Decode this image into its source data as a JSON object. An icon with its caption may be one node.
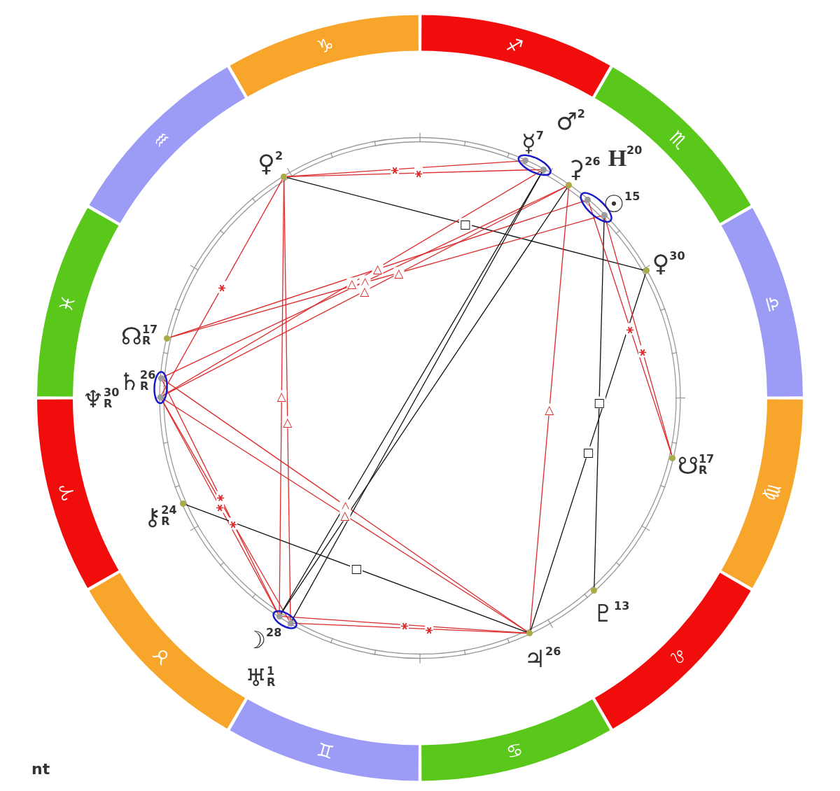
{
  "diagram": {
    "nodes": [
      {
        "text": [
          "♑"
        ]
      },
      {
        "text": [
          "♐"
        ]
      },
      {
        "text": [
          "♏"
        ]
      },
      {
        "text": [
          "♎"
        ]
      },
      {
        "text": [
          "♍"
        ]
      },
      {
        "text": [
          "♌"
        ]
      },
      {
        "text": [
          "♋"
        ]
      },
      {
        "text": [
          "♊"
        ]
      },
      {
        "text": [
          "♉"
        ]
      },
      {
        "text": [
          "♈"
        ]
      },
      {
        "text": [
          "♓"
        ]
      },
      {
        "text": [
          "♒"
        ]
      },
      {
        "text": [],
        "shape": "circle",
        "beside": [
          "♀$^{2}$"
        ]
      },
      {
        "text": [],
        "shape": "circle",
        "beside": [
          "☿$^{7}$"
        ]
      },
      {
        "text": [],
        "shape": "circle"
      },
      {
        "text": [],
        "shape": "circle",
        "beside": [
          "⚳$^{26}$"
        ]
      },
      {
        "text": [],
        "shape": "circle"
      },
      {
        "text": [],
        "shape": "circle",
        "beside": [
          "☉$^{15}$"
        ]
      },
      {
        "text": [],
        "shape": "circle",
        "beside": [
          "♀$^{30}$"
        ]
      },
      {
        "text": [],
        "shape": "circle",
        "beside": [
          "☊$^{17}$$_{R}$"
        ]
      },
      {
        "text": [],
        "shape": "circle",
        "beside": [
          "♄$^{26}$$_{R}$"
        ]
      },
      {
        "text": [],
        "shape": "circle"
      },
      {
        "text": [],
        "shape": "circle",
        "beside": [
          "☋$^{17}$$_{R}$"
        ]
      },
      {
        "text": [],
        "shape": "circle",
        "beside": [
          "⚷$^{24}$$_{R}$"
        ]
      },
      {
        "text": [],
        "shape": "circle",
        "beside": [
          "♇$^{13}$"
        ]
      },
      {
        "text": [],
        "shape": "circle",
        "beside": [
          "☽$^{28}$"
        ]
      },
      {
        "text": [],
        "shape": "circle",
        "beside": [
          "♃$^{26}$"
        ]
      },
      {
        "text": [],
        "shape": "circle"
      }
    ],
    "edges": [
      {
        "from": 12,
        "to": 13,
        "arrow": "none",
        "label": "⚹"
      },
      {
        "from": 12,
        "to": 14,
        "arrow": "none",
        "label": "⚹"
      },
      {
        "from": 12,
        "to": 18,
        "arrow": "none",
        "label": "□",
        "color": "#111111"
      },
      {
        "from": 12,
        "to": 21,
        "arrow": "none",
        "label": "⚹"
      },
      {
        "from": 12,
        "to": 25,
        "arrow": "none",
        "label": "△"
      },
      {
        "from": 12,
        "to": 27,
        "arrow": "none",
        "label": "△"
      },
      {
        "from": 19,
        "to": 16,
        "arrow": "none",
        "label": "△"
      },
      {
        "from": 19,
        "to": 17,
        "arrow": "none",
        "label": "△"
      },
      {
        "from": 21,
        "to": 14,
        "arrow": "none",
        "label": "△"
      },
      {
        "from": 20,
        "to": 15,
        "arrow": "none",
        "label": "△"
      },
      {
        "from": 21,
        "to": 15,
        "arrow": "none",
        "label": "△"
      },
      {
        "from": 20,
        "to": 26,
        "arrow": "none",
        "label": "△"
      },
      {
        "from": 21,
        "to": 26,
        "arrow": "none",
        "label": "△"
      },
      {
        "from": 20,
        "to": 25,
        "arrow": "none",
        "label": "⚹"
      },
      {
        "from": 21,
        "to": 25,
        "arrow": "none",
        "label": "⚹"
      },
      {
        "from": 21,
        "to": 27,
        "arrow": "none",
        "label": "⚹"
      },
      {
        "from": 25,
        "to": 26,
        "arrow": "none",
        "label": "⚹"
      },
      {
        "from": 27,
        "to": 26,
        "arrow": "none",
        "label": "⚹"
      },
      {
        "from": 14,
        "to": 25,
        "arrow": "none",
        "color": "#111111"
      },
      {
        "from": 14,
        "to": 27,
        "arrow": "none",
        "color": "#111111"
      },
      {
        "from": 15,
        "to": 25,
        "arrow": "none",
        "color": "#111111"
      },
      {
        "from": 23,
        "to": 26,
        "arrow": "none",
        "label": "□",
        "color": "#111111"
      },
      {
        "from": 15,
        "to": 26,
        "arrow": "none",
        "label": "△"
      },
      {
        "from": 18,
        "to": 26,
        "arrow": "none",
        "label": "□",
        "color": "#111111"
      },
      {
        "from": 17,
        "to": 24,
        "arrow": "none",
        "label": "□",
        "color": "#111111"
      },
      {
        "from": 16,
        "to": 22,
        "arrow": "none",
        "label": "⚹"
      },
      {
        "from": 17,
        "to": 22,
        "arrow": "none",
        "label": "⚹"
      }
    ],
    "labels": [
      "♂$^{2}$",
      "H$^{20}$",
      "♆$^{30}$$_{R}$",
      "♅$^{1}$$_{R}$",
      "nt"
    ]
  }
}
